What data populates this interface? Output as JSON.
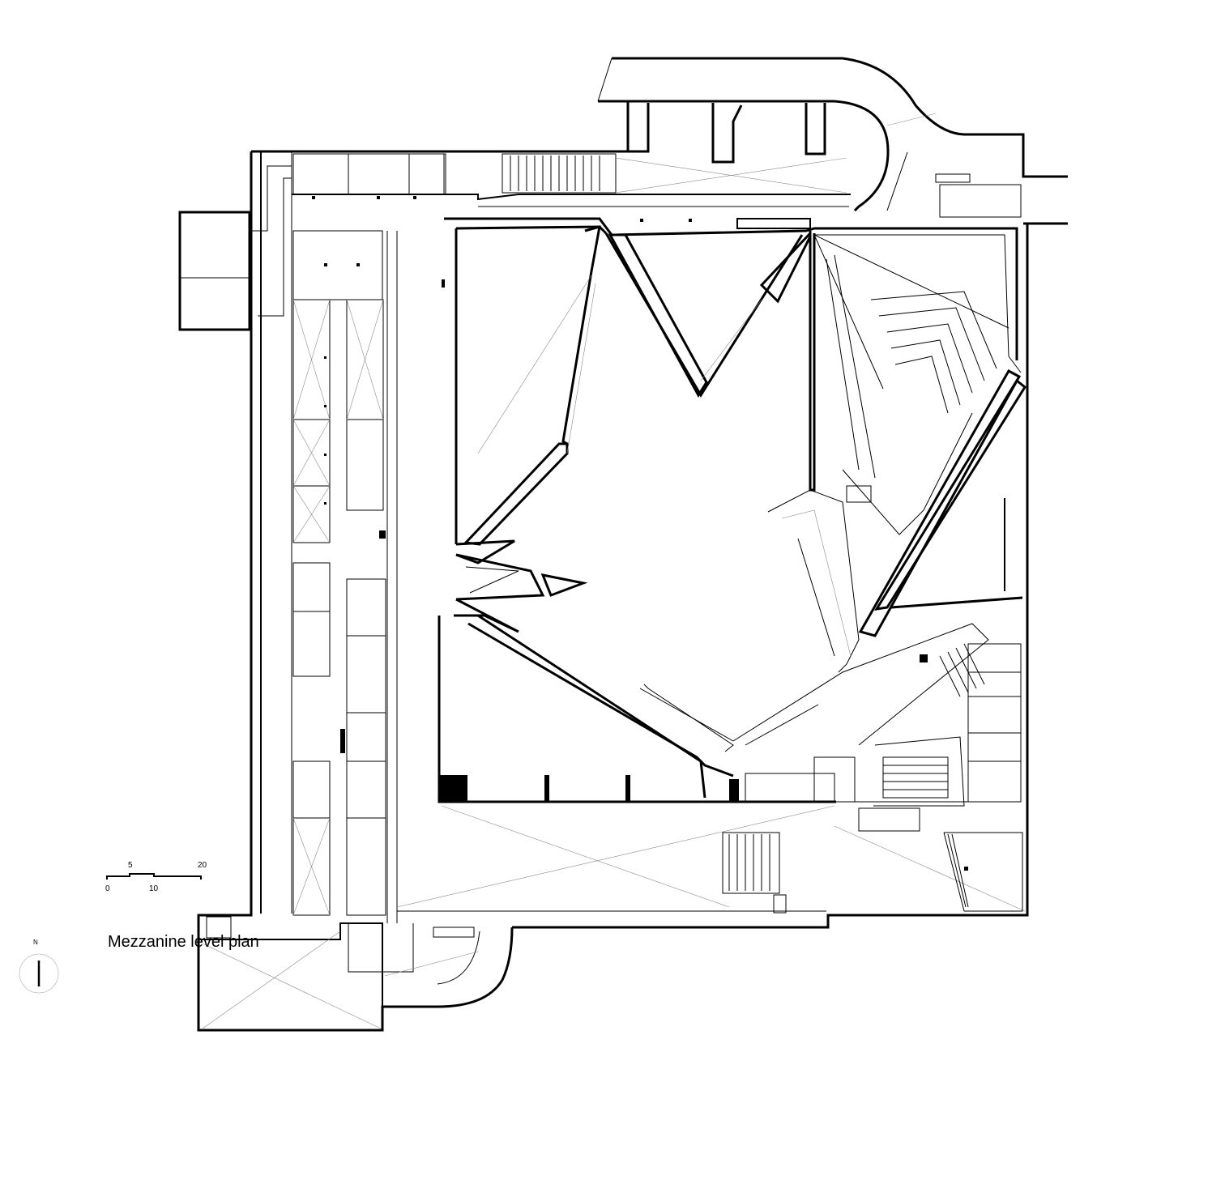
{
  "title": "Mezzanine level plan",
  "north_label": "N",
  "scale_bar": {
    "top_labels": [
      "5",
      "20"
    ],
    "bottom_labels": [
      "0",
      "10"
    ]
  },
  "colors": {
    "line": "#000000",
    "background": "#ffffff",
    "fine_line": "#8a8a8a"
  }
}
